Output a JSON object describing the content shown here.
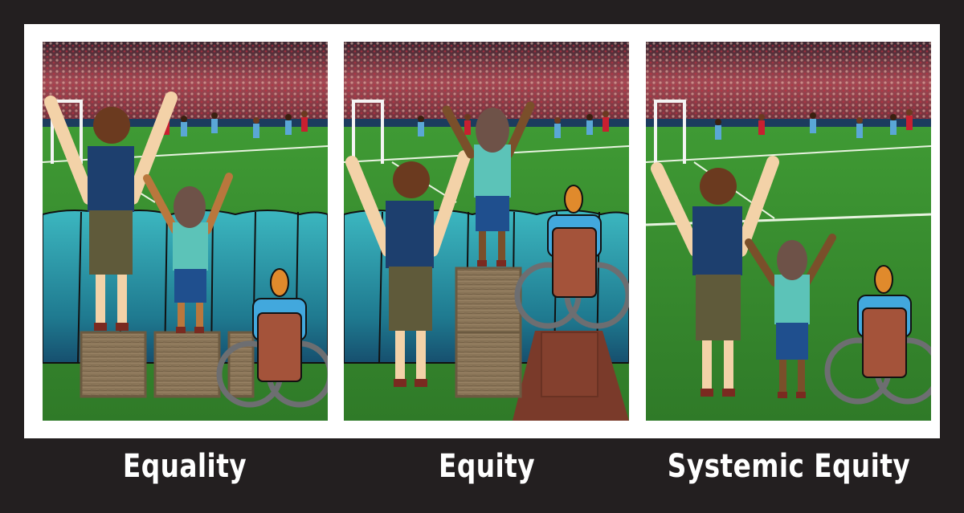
{
  "panels": [
    {
      "id": "equality",
      "caption": "Equality"
    },
    {
      "id": "equity",
      "caption": "Equity"
    },
    {
      "id": "systemic-equity",
      "caption": "Systemic Equity"
    }
  ],
  "colors": {
    "background": "#231f20",
    "board": "#ffffff",
    "pitch": "#3d8b2e",
    "fence": "#2ea6b3",
    "crate": "#8a7558",
    "ramp": "#7a3a2a",
    "shirt_tall": "#1d3f6e",
    "shorts_tall": "#5f5a3a",
    "shirt_mid": "#5cc3b8",
    "shorts_mid": "#1f4f8e",
    "skin_light": "#f3d2a8",
    "skin_mid": "#b9773d",
    "skin_dark": "#7a4f2a",
    "chair_seat": "#a4533a",
    "wheel": "#6d6e71"
  }
}
